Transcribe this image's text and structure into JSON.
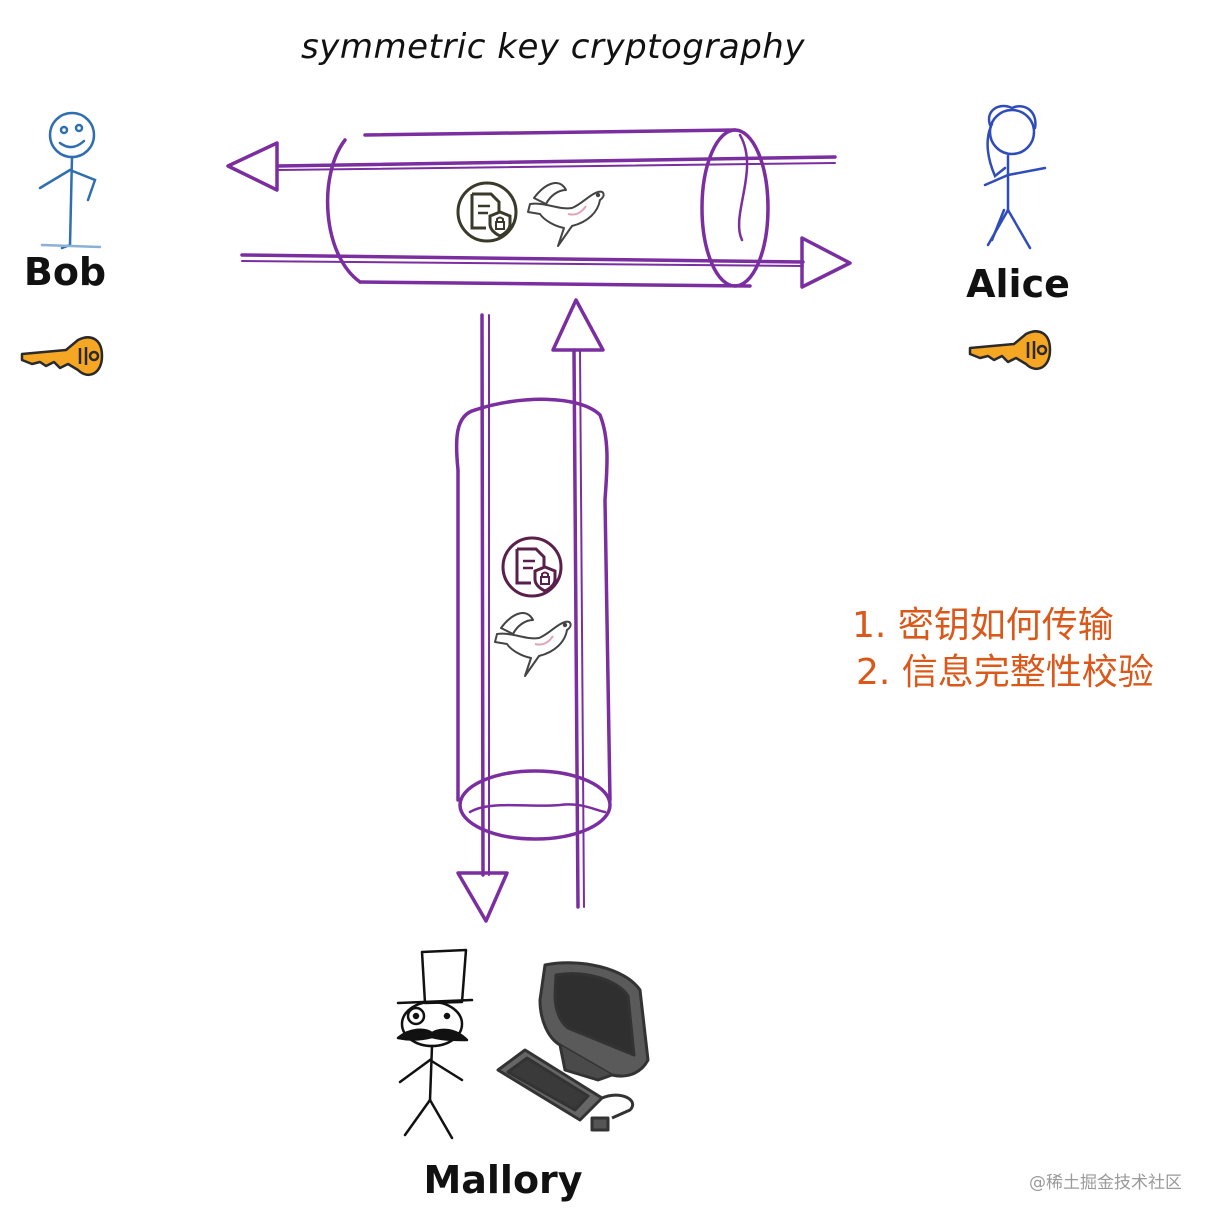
{
  "title": "symmetric key cryptography",
  "actors": {
    "bob": "Bob",
    "alice": "Alice",
    "mallory": "Mallory"
  },
  "notes": [
    "1.  密钥如何传输",
    "2.  信息完整性校验"
  ],
  "watermark": "@稀土掘金技术社区",
  "colors": {
    "tunnel": "#7b2ea0",
    "arrow": "#7b2ea0",
    "bob": "#2f6fb0",
    "alice": "#2f4cb8",
    "key": "#f5a623",
    "note": "#d9581a",
    "ink": "#111111"
  },
  "icons": [
    "document-lock-icon",
    "dove-icon",
    "key-icon",
    "computer-icon",
    "stick-figure-icon"
  ]
}
